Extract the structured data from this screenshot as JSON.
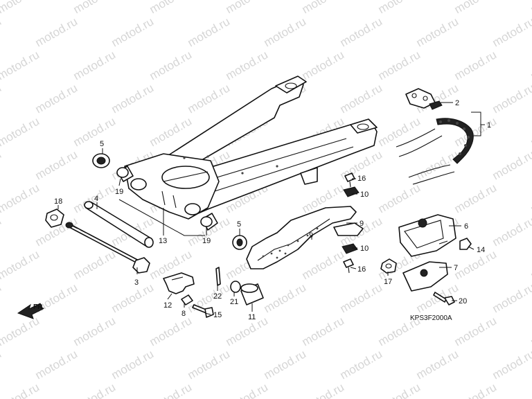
{
  "watermark": "motod.ru",
  "direction_label": "FR.",
  "diagram_code": "KPS3F2000A",
  "callouts": [
    "1",
    "2",
    "3",
    "4",
    "5",
    "5",
    "6",
    "7",
    "8",
    "9",
    "9",
    "10",
    "10",
    "11",
    "12",
    "13",
    "14",
    "15",
    "16",
    "16",
    "17",
    "18",
    "19",
    "19",
    "20",
    "21",
    "22"
  ]
}
